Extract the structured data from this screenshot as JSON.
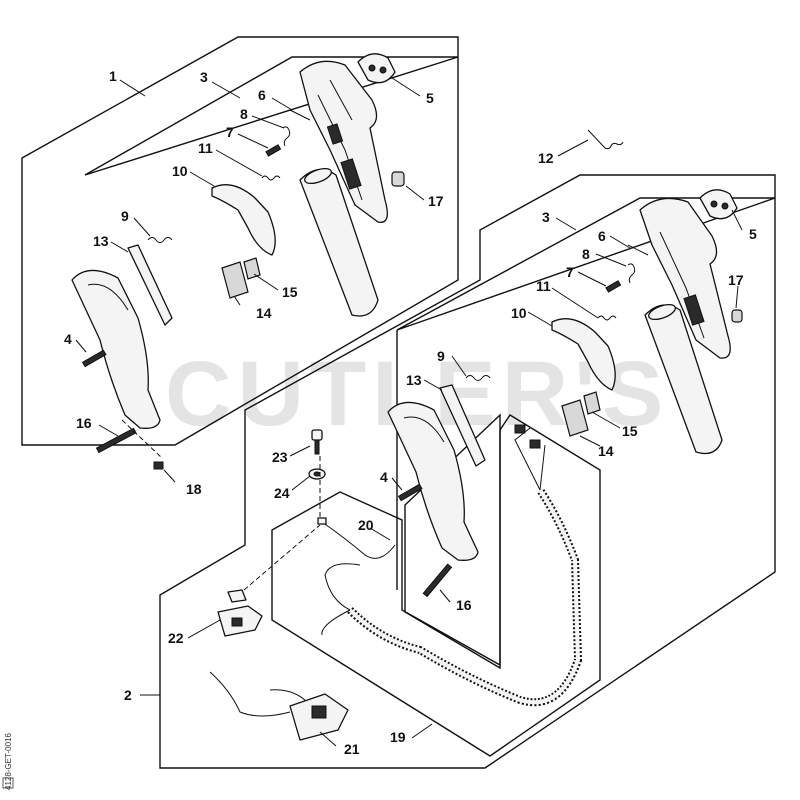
{
  "watermark": "CUTLER'S",
  "drawing_code": "4128-GET-0016",
  "callouts": {
    "c1": "1",
    "c2": "2",
    "c3a": "3",
    "c3b": "3",
    "c4a": "4",
    "c4b": "4",
    "c5a": "5",
    "c5b": "5",
    "c6a": "6",
    "c6b": "6",
    "c7a": "7",
    "c7b": "7",
    "c8a": "8",
    "c8b": "8",
    "c9a": "9",
    "c9b": "9",
    "c10a": "10",
    "c10b": "10",
    "c11a": "11",
    "c11b": "11",
    "c12": "12",
    "c13a": "13",
    "c13b": "13",
    "c14a": "14",
    "c14b": "14",
    "c15a": "15",
    "c15b": "15",
    "c16a": "16",
    "c16b": "16",
    "c17a": "17",
    "c17b": "17",
    "c18": "18",
    "c19": "19",
    "c20": "20",
    "c21": "21",
    "c22": "22",
    "c23": "23",
    "c24": "24"
  }
}
